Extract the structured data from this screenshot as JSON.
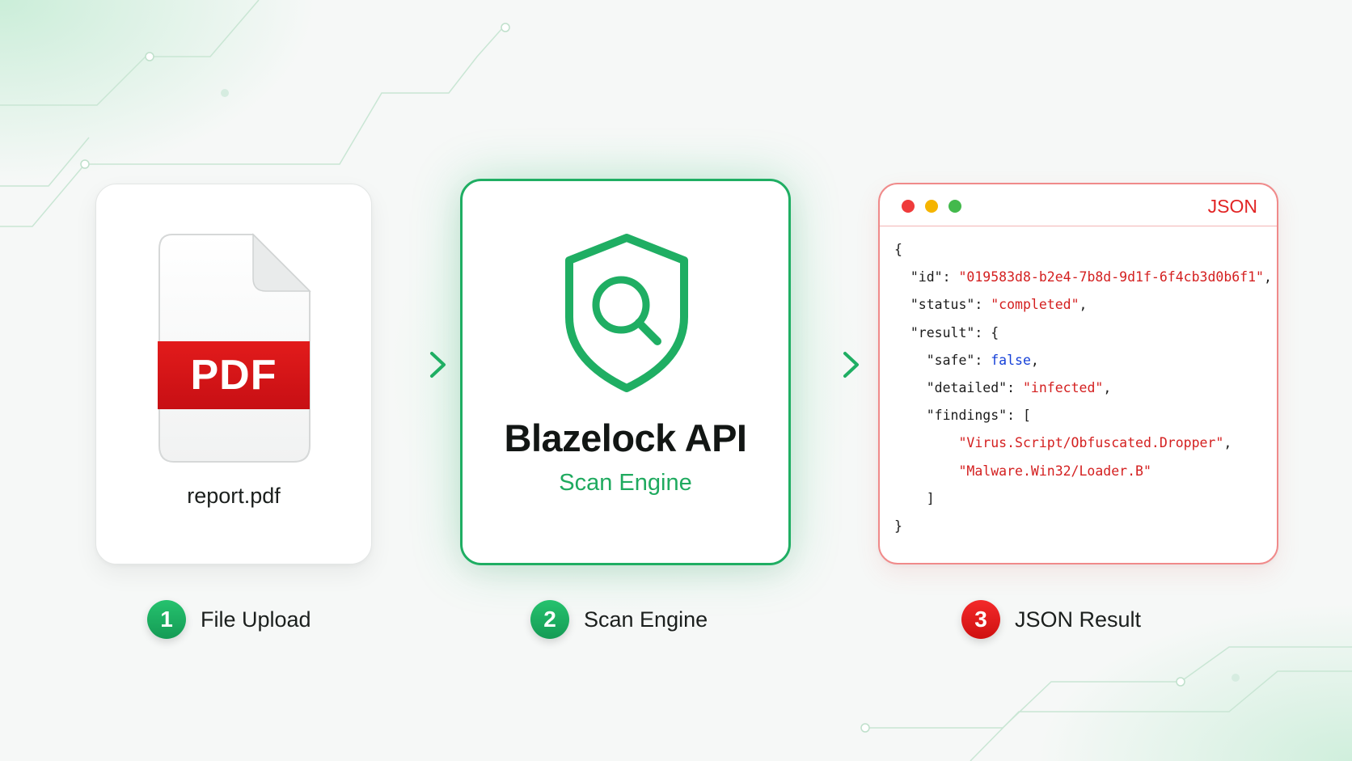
{
  "file_card": {
    "badge_text": "PDF",
    "file_name": "report.pdf"
  },
  "engine_card": {
    "title": "Blazelock API",
    "subtitle": "Scan Engine"
  },
  "json_card": {
    "header_label": "JSON",
    "lines": {
      "l0": "{",
      "l1_key": "\"id\"",
      "l1_val": "\"019583d8-b2e4-7b8d-9d1f-6f4cb3d0b6f1\"",
      "l2_key": "\"status\"",
      "l2_val": "\"completed\"",
      "l3_key": "\"result\"",
      "l4_key": "\"safe\"",
      "l4_val": "false",
      "l5_key": "\"detailed\"",
      "l5_val": "\"infected\"",
      "l6_key": "\"findings\"",
      "l7_val": "\"Virus.Script/Obfuscated.Dropper\"",
      "l8_val": "\"Malware.Win32/Loader.B\"",
      "l9": "]",
      "l10": "}"
    }
  },
  "steps": [
    {
      "number": "1",
      "label": "File Upload"
    },
    {
      "number": "2",
      "label": "Scan Engine"
    },
    {
      "number": "3",
      "label": "JSON Result"
    }
  ],
  "colors": {
    "brand_green": "#1fae63",
    "alert_red": "#e22525",
    "boolean_blue": "#1540d8"
  }
}
